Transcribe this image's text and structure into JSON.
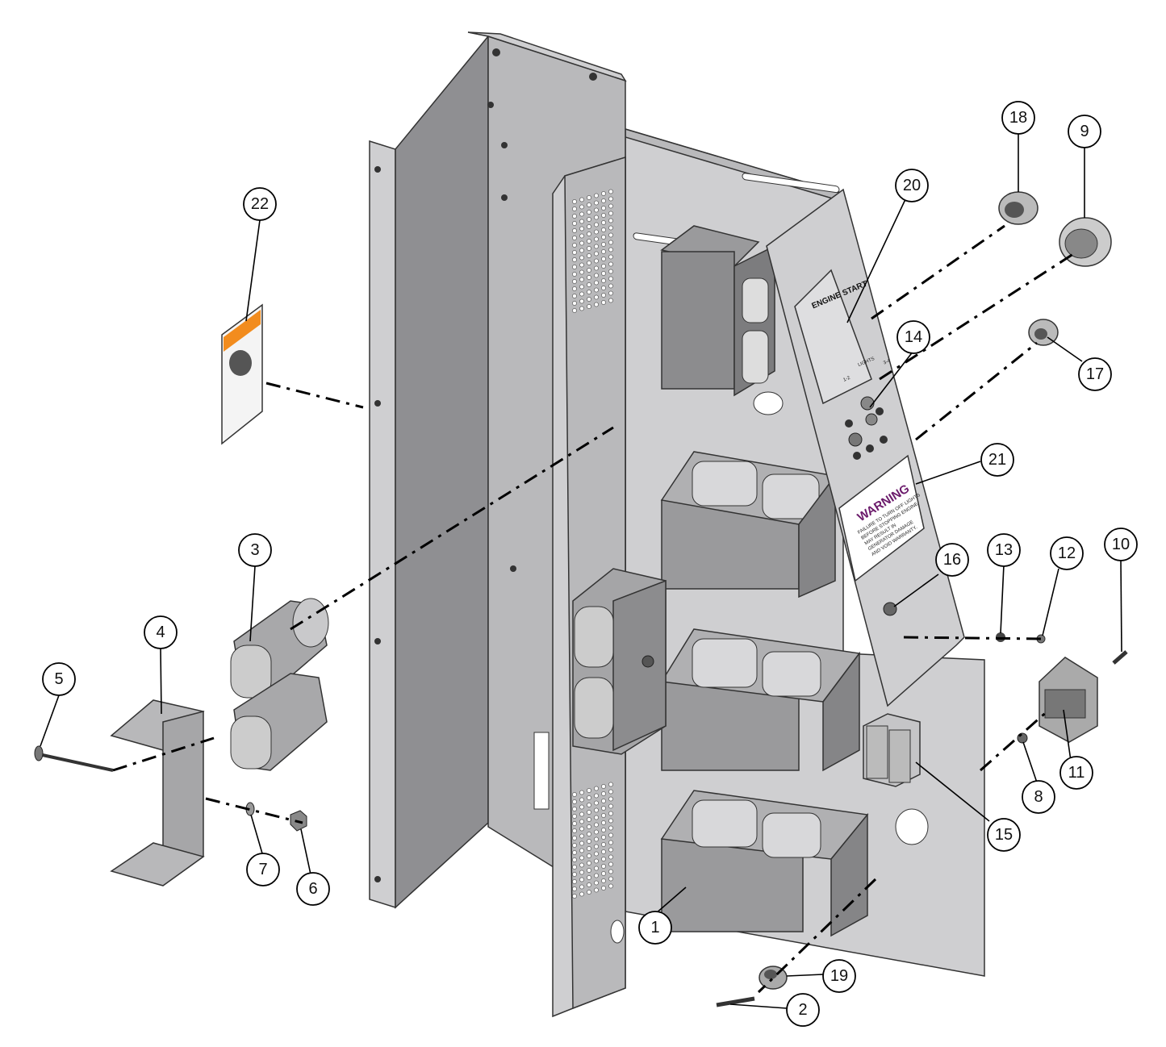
{
  "decals": {
    "engine_start": {
      "title": "ENGINE START",
      "lights": "LIGHTS",
      "left_range": "1-2",
      "right_range": "3-4"
    },
    "warning": {
      "title": "WARNING",
      "body": [
        "FAILURE TO TURN OFF LIGHTS",
        "BEFORE STOPPING ENGINE",
        "MAY RESULT IN",
        "GENERATOR DAMAGE",
        "AND VOID WARRANTY."
      ]
    }
  },
  "callouts": [
    {
      "id": "callout-1",
      "label": "1"
    },
    {
      "id": "callout-2",
      "label": "2"
    },
    {
      "id": "callout-3",
      "label": "3"
    },
    {
      "id": "callout-4",
      "label": "4"
    },
    {
      "id": "callout-5",
      "label": "5"
    },
    {
      "id": "callout-6",
      "label": "6"
    },
    {
      "id": "callout-7",
      "label": "7"
    },
    {
      "id": "callout-8",
      "label": "8"
    },
    {
      "id": "callout-9",
      "label": "9"
    },
    {
      "id": "callout-10",
      "label": "10"
    },
    {
      "id": "callout-11",
      "label": "11"
    },
    {
      "id": "callout-12",
      "label": "12"
    },
    {
      "id": "callout-13",
      "label": "13"
    },
    {
      "id": "callout-14",
      "label": "14"
    },
    {
      "id": "callout-15",
      "label": "15"
    },
    {
      "id": "callout-16",
      "label": "16"
    },
    {
      "id": "callout-17",
      "label": "17"
    },
    {
      "id": "callout-18",
      "label": "18"
    },
    {
      "id": "callout-19",
      "label": "19"
    },
    {
      "id": "callout-20",
      "label": "20"
    },
    {
      "id": "callout-21",
      "label": "21"
    },
    {
      "id": "callout-22",
      "label": "22"
    }
  ],
  "colors": {
    "sheet_metal": "#b9b9bb",
    "ballast": "#9a9a9c",
    "warning_orange": "#f28c1e",
    "warning_title": "#6b1a6b"
  }
}
